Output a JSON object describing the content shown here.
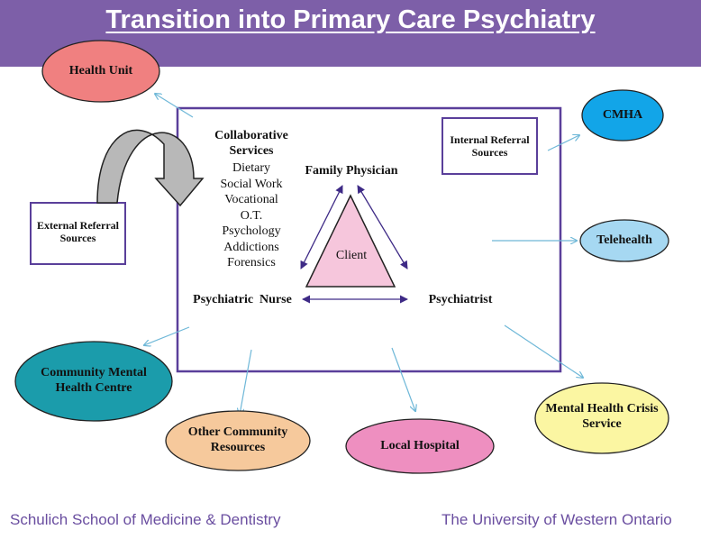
{
  "title": "Transition into Primary Care Psychiatry",
  "center_box": {
    "collab_heading": "Collaborative Services",
    "collab_items": [
      "Dietary",
      "Social Work",
      "Vocational",
      "O.T.",
      "Psychology",
      "Addictions",
      "Forensics"
    ],
    "family_physician": "Family Physician",
    "client": "Client",
    "psychiatric_nurse": "Psychiatric  Nurse",
    "psychiatrist": "Psychiatrist",
    "internal_referral": "Internal Referral Sources"
  },
  "external_referral": "External Referral Sources",
  "nodes": {
    "health_unit": "Health Unit",
    "cmha": "CMHA",
    "telehealth": "Telehealth",
    "community_mhc": "Community Mental Health Centre",
    "other_community": "Other Community Resources",
    "local_hospital": "Local Hospital",
    "crisis_service": "Mental Health Crisis Service"
  },
  "footer": {
    "left": "Schulich School of Medicine & Dentistry",
    "right": "The University of Western Ontario"
  },
  "colors": {
    "header": "#7d5fa8",
    "box_border": "#5a3f9a",
    "arrow_blue": "#6fb8d8",
    "health_unit": "#f08080",
    "cmha": "#12a5e8",
    "telehealth": "#a6d8f2",
    "community_mhc": "#1b9cab",
    "other_community": "#f6c99c",
    "local_hospital": "#ee8fc0",
    "crisis_service": "#fbf6a2",
    "client": "#f6c6dc"
  }
}
